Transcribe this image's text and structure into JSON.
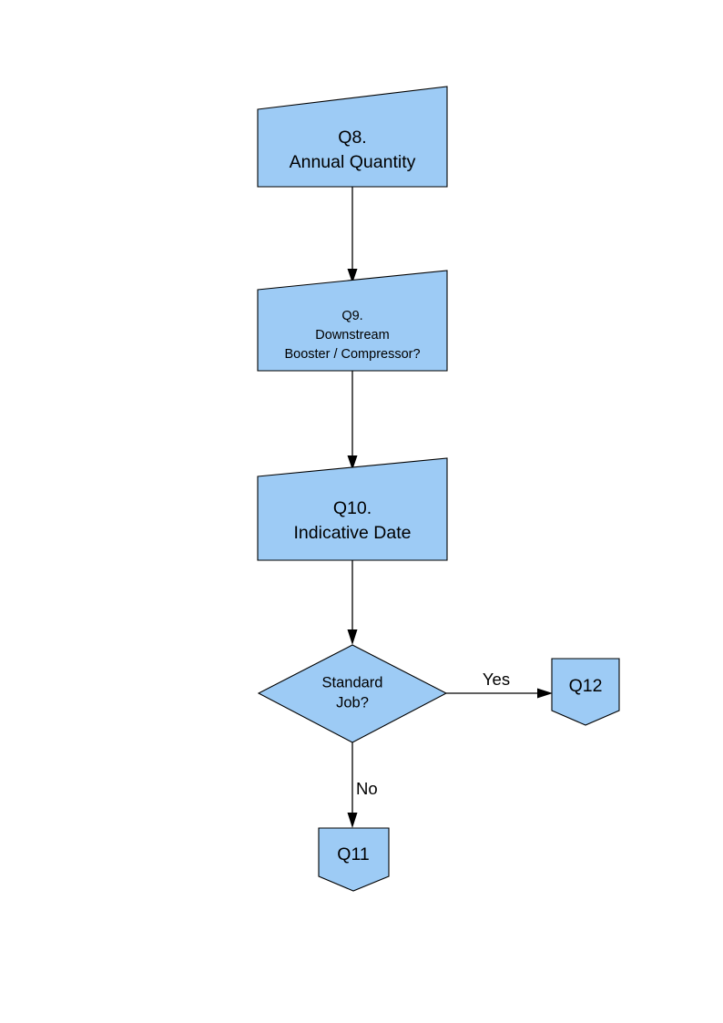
{
  "diagram": {
    "type": "flowchart",
    "background_color": "#ffffff",
    "node_fill_color": "#9DCBF5",
    "node_stroke_color": "#000000",
    "nodes": [
      {
        "id": "q8",
        "shape": "slanted-quadrilateral",
        "lines": [
          "Q8.",
          "Annual Quantity"
        ]
      },
      {
        "id": "q9",
        "shape": "slanted-quadrilateral",
        "lines": [
          "Q9.",
          "Downstream",
          "Booster / Compressor?"
        ]
      },
      {
        "id": "q10",
        "shape": "slanted-quadrilateral",
        "lines": [
          "Q10.",
          "Indicative Date"
        ]
      },
      {
        "id": "decision",
        "shape": "diamond",
        "lines": [
          "Standard",
          "Job?"
        ]
      },
      {
        "id": "q12",
        "shape": "pentagon-notched",
        "lines": [
          "Q12"
        ]
      },
      {
        "id": "q11",
        "shape": "pentagon-notched",
        "lines": [
          "Q11"
        ]
      }
    ],
    "edges": [
      {
        "id": "q8-q9",
        "from": "q8",
        "to": "q9",
        "label": ""
      },
      {
        "id": "q9-q10",
        "from": "q9",
        "to": "q10",
        "label": ""
      },
      {
        "id": "q10-decision",
        "from": "q10",
        "to": "decision",
        "label": ""
      },
      {
        "id": "decision-q12",
        "from": "decision",
        "to": "q12",
        "label": "Yes"
      },
      {
        "id": "decision-q11",
        "from": "decision",
        "to": "q11",
        "label": "No"
      }
    ]
  }
}
